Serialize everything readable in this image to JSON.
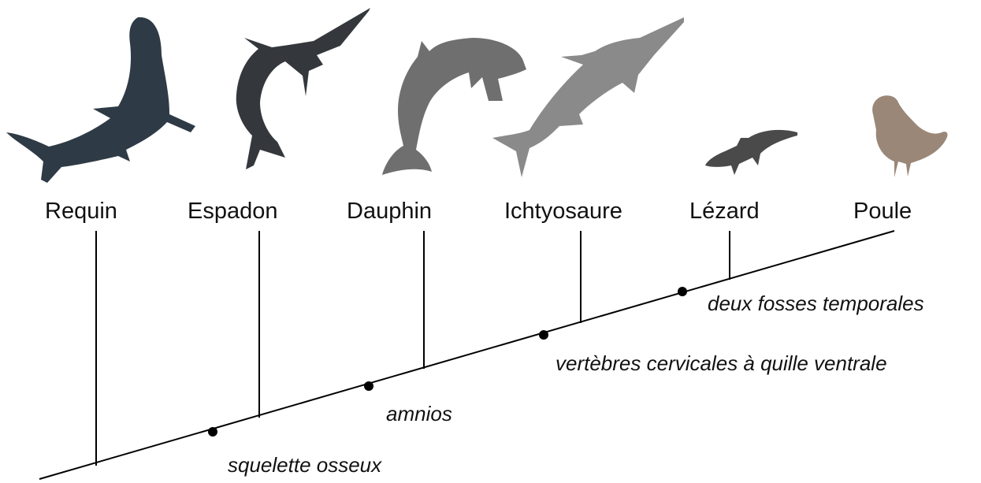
{
  "taxa": [
    {
      "id": "requin",
      "label": "Requin",
      "silhouette": "shark-icon",
      "color": "#2e3a45"
    },
    {
      "id": "espadon",
      "label": "Espadon",
      "silhouette": "swordfish-icon",
      "color": "#34383c"
    },
    {
      "id": "dauphin",
      "label": "Dauphin",
      "silhouette": "dolphin-icon",
      "color": "#6f6f6f"
    },
    {
      "id": "ichtyosaure",
      "label": "Ichtyosaure",
      "silhouette": "ichthyosaur-icon",
      "color": "#8a8a8a"
    },
    {
      "id": "lezard",
      "label": "Lézard",
      "silhouette": "lizard-icon",
      "color": "#4a4a4a"
    },
    {
      "id": "poule",
      "label": "Poule",
      "silhouette": "hen-icon",
      "color": "#9a8778"
    }
  ],
  "characters": [
    {
      "id": "squelette",
      "label": "squelette osseux"
    },
    {
      "id": "amnios",
      "label": "amnios"
    },
    {
      "id": "vertebres",
      "label": "vertèbres cervicales à quille ventrale"
    },
    {
      "id": "fosses",
      "label": "deux fosses temporales"
    }
  ]
}
